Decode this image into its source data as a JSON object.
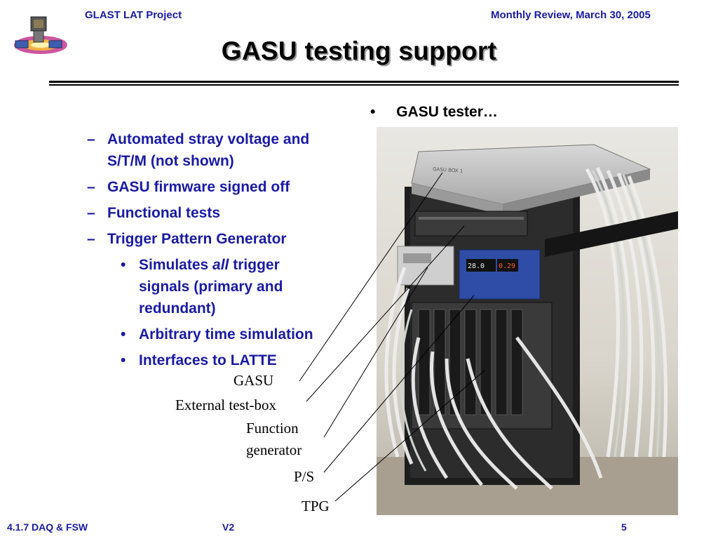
{
  "header": {
    "left": "GLAST LAT Project",
    "right": "Monthly Review, March 30, 2005"
  },
  "title": "GASU testing support",
  "right_bullet": {
    "symbol": "•",
    "text": "GASU tester…"
  },
  "left_list": {
    "dash_items": [
      {
        "symbol": "–",
        "lines": [
          "Automated stray voltage and",
          "S/T/M (not shown)"
        ]
      },
      {
        "symbol": "–",
        "lines": [
          "GASU firmware signed off"
        ]
      },
      {
        "symbol": "–",
        "lines": [
          "Functional tests"
        ]
      },
      {
        "symbol": "–",
        "lines": [
          "Trigger Pattern Generator"
        ]
      }
    ],
    "sub_items": [
      {
        "symbol": "•",
        "prefix": "Simulates ",
        "emph": "all",
        "suffix": " trigger",
        "lines": [
          "signals (primary and",
          "redundant)"
        ]
      },
      {
        "symbol": "•",
        "text": "Arbitrary time simulation"
      },
      {
        "symbol": "•",
        "text": "Interfaces to LATTE"
      }
    ]
  },
  "callouts": {
    "gasu": "GASU",
    "test_box": "External test-box",
    "function_gen_line1": "Function",
    "function_gen_line2": "generator",
    "ps": "P/S",
    "tpg": "TPG"
  },
  "photo_label": "GASU BOX 1",
  "psu_display": {
    "left": "28.0",
    "right": "0.29"
  },
  "footer": {
    "left": "4.1.7 DAQ & FSW",
    "center": "V2",
    "page": "5"
  },
  "colors": {
    "accent_blue": "#1a1aa6",
    "title_shadow": "#9a9a9a"
  },
  "icons": {
    "logo": "glast-satellite-logo"
  }
}
